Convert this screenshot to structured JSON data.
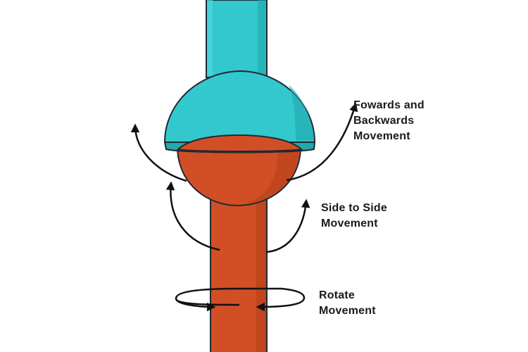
{
  "colors": {
    "socket_fill": "#33c8cd",
    "socket_shade": "#22a9ae",
    "ball_fill": "#d24f25",
    "ball_shade": "#b23f18",
    "outline": "#1f2a33",
    "arrow": "#111111",
    "background": "#ffffff"
  },
  "labels": {
    "forwards_backwards": [
      "Fowards and",
      "Backwards",
      "Movement"
    ],
    "side_to_side": [
      "Side to Side",
      "Movement"
    ],
    "rotate": [
      "Rotate",
      "Movement"
    ]
  }
}
